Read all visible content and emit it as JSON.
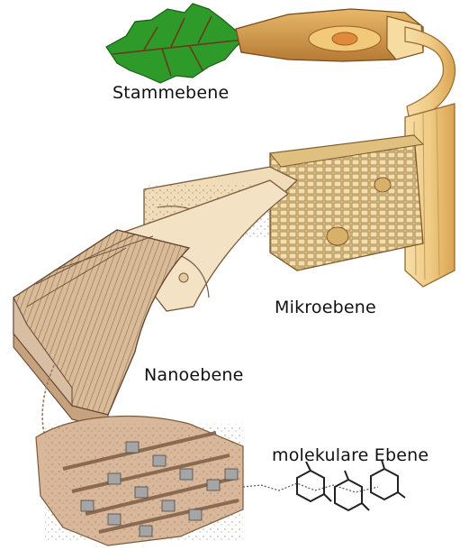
{
  "levels": {
    "stem": "Stammebene",
    "micro": "Mikroebene",
    "nano": "Nanoebene",
    "molecular": "molekulare Ebene"
  },
  "colors": {
    "leaf": "#2e9a2a",
    "wood_light": "#f2d49a",
    "wood_dark": "#d9a453",
    "cell_wall": "#c9a26a",
    "nano_fiber": "#b8906e",
    "fibril_gray": "#9a9a9a",
    "molecule": "#333333"
  }
}
